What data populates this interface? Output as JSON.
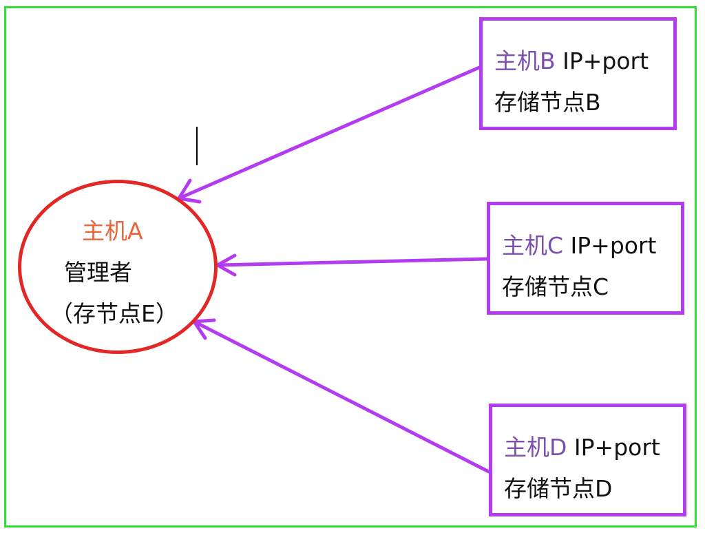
{
  "manager": {
    "host": "主机A",
    "role": "管理者",
    "note": "（存节点E）"
  },
  "nodes": [
    {
      "host": "主机B",
      "address": " IP+port",
      "storage": "存储节点B"
    },
    {
      "host": "主机C",
      "address": " IP+port",
      "storage": "存储节点C"
    },
    {
      "host": "主机D",
      "address": " IP+port",
      "storage": "存储节点D"
    }
  ],
  "colors": {
    "frame": "#33dd33",
    "manager_outline": "#e32626",
    "manager_host_text": "#e8663c",
    "node_outline": "#b43cf0",
    "arrow": "#b43cf0",
    "node_host_text": "#7a4fae",
    "text": "#111111"
  }
}
